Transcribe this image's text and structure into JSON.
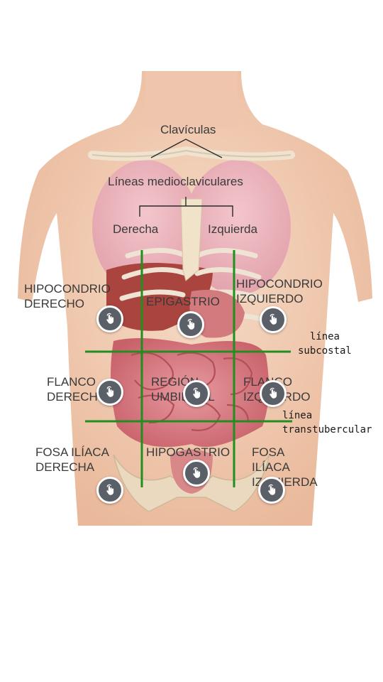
{
  "labels": {
    "clavicles": "Clavículas",
    "midclavicular": "Líneas medioclaviculares",
    "right": "Derecha",
    "left": "Izquierda",
    "right_hypochondrium": "HIPOCONDRIO\nDERECHO",
    "epigastrium": "EPIGASTRIO",
    "left_hypochondrium": "HIPOCONDRIO\nIZQUIERDO",
    "right_flank": "FLANCO\nDERECHO",
    "umbilical": "REGIÓN\nUMBILICAL",
    "left_flank": "FLANCO\nIZQUIERDO",
    "right_iliac": "FOSA ILÍACA\nDERECHA",
    "hypogastrium": "HIPOGASTRIO",
    "left_iliac": "FOSA\nILÍACA\nIZQUIERDA",
    "subcostal_line": "línea\nsubcostal",
    "transtubercular_line": "línea\ntranstubercular"
  },
  "hotspot_icon": "tap-hand-icon",
  "colors": {
    "grid_line": "#1f8f1f",
    "hotspot": "#5a5f68",
    "skin": "#f2cfb6",
    "organ": "#c9616a"
  }
}
